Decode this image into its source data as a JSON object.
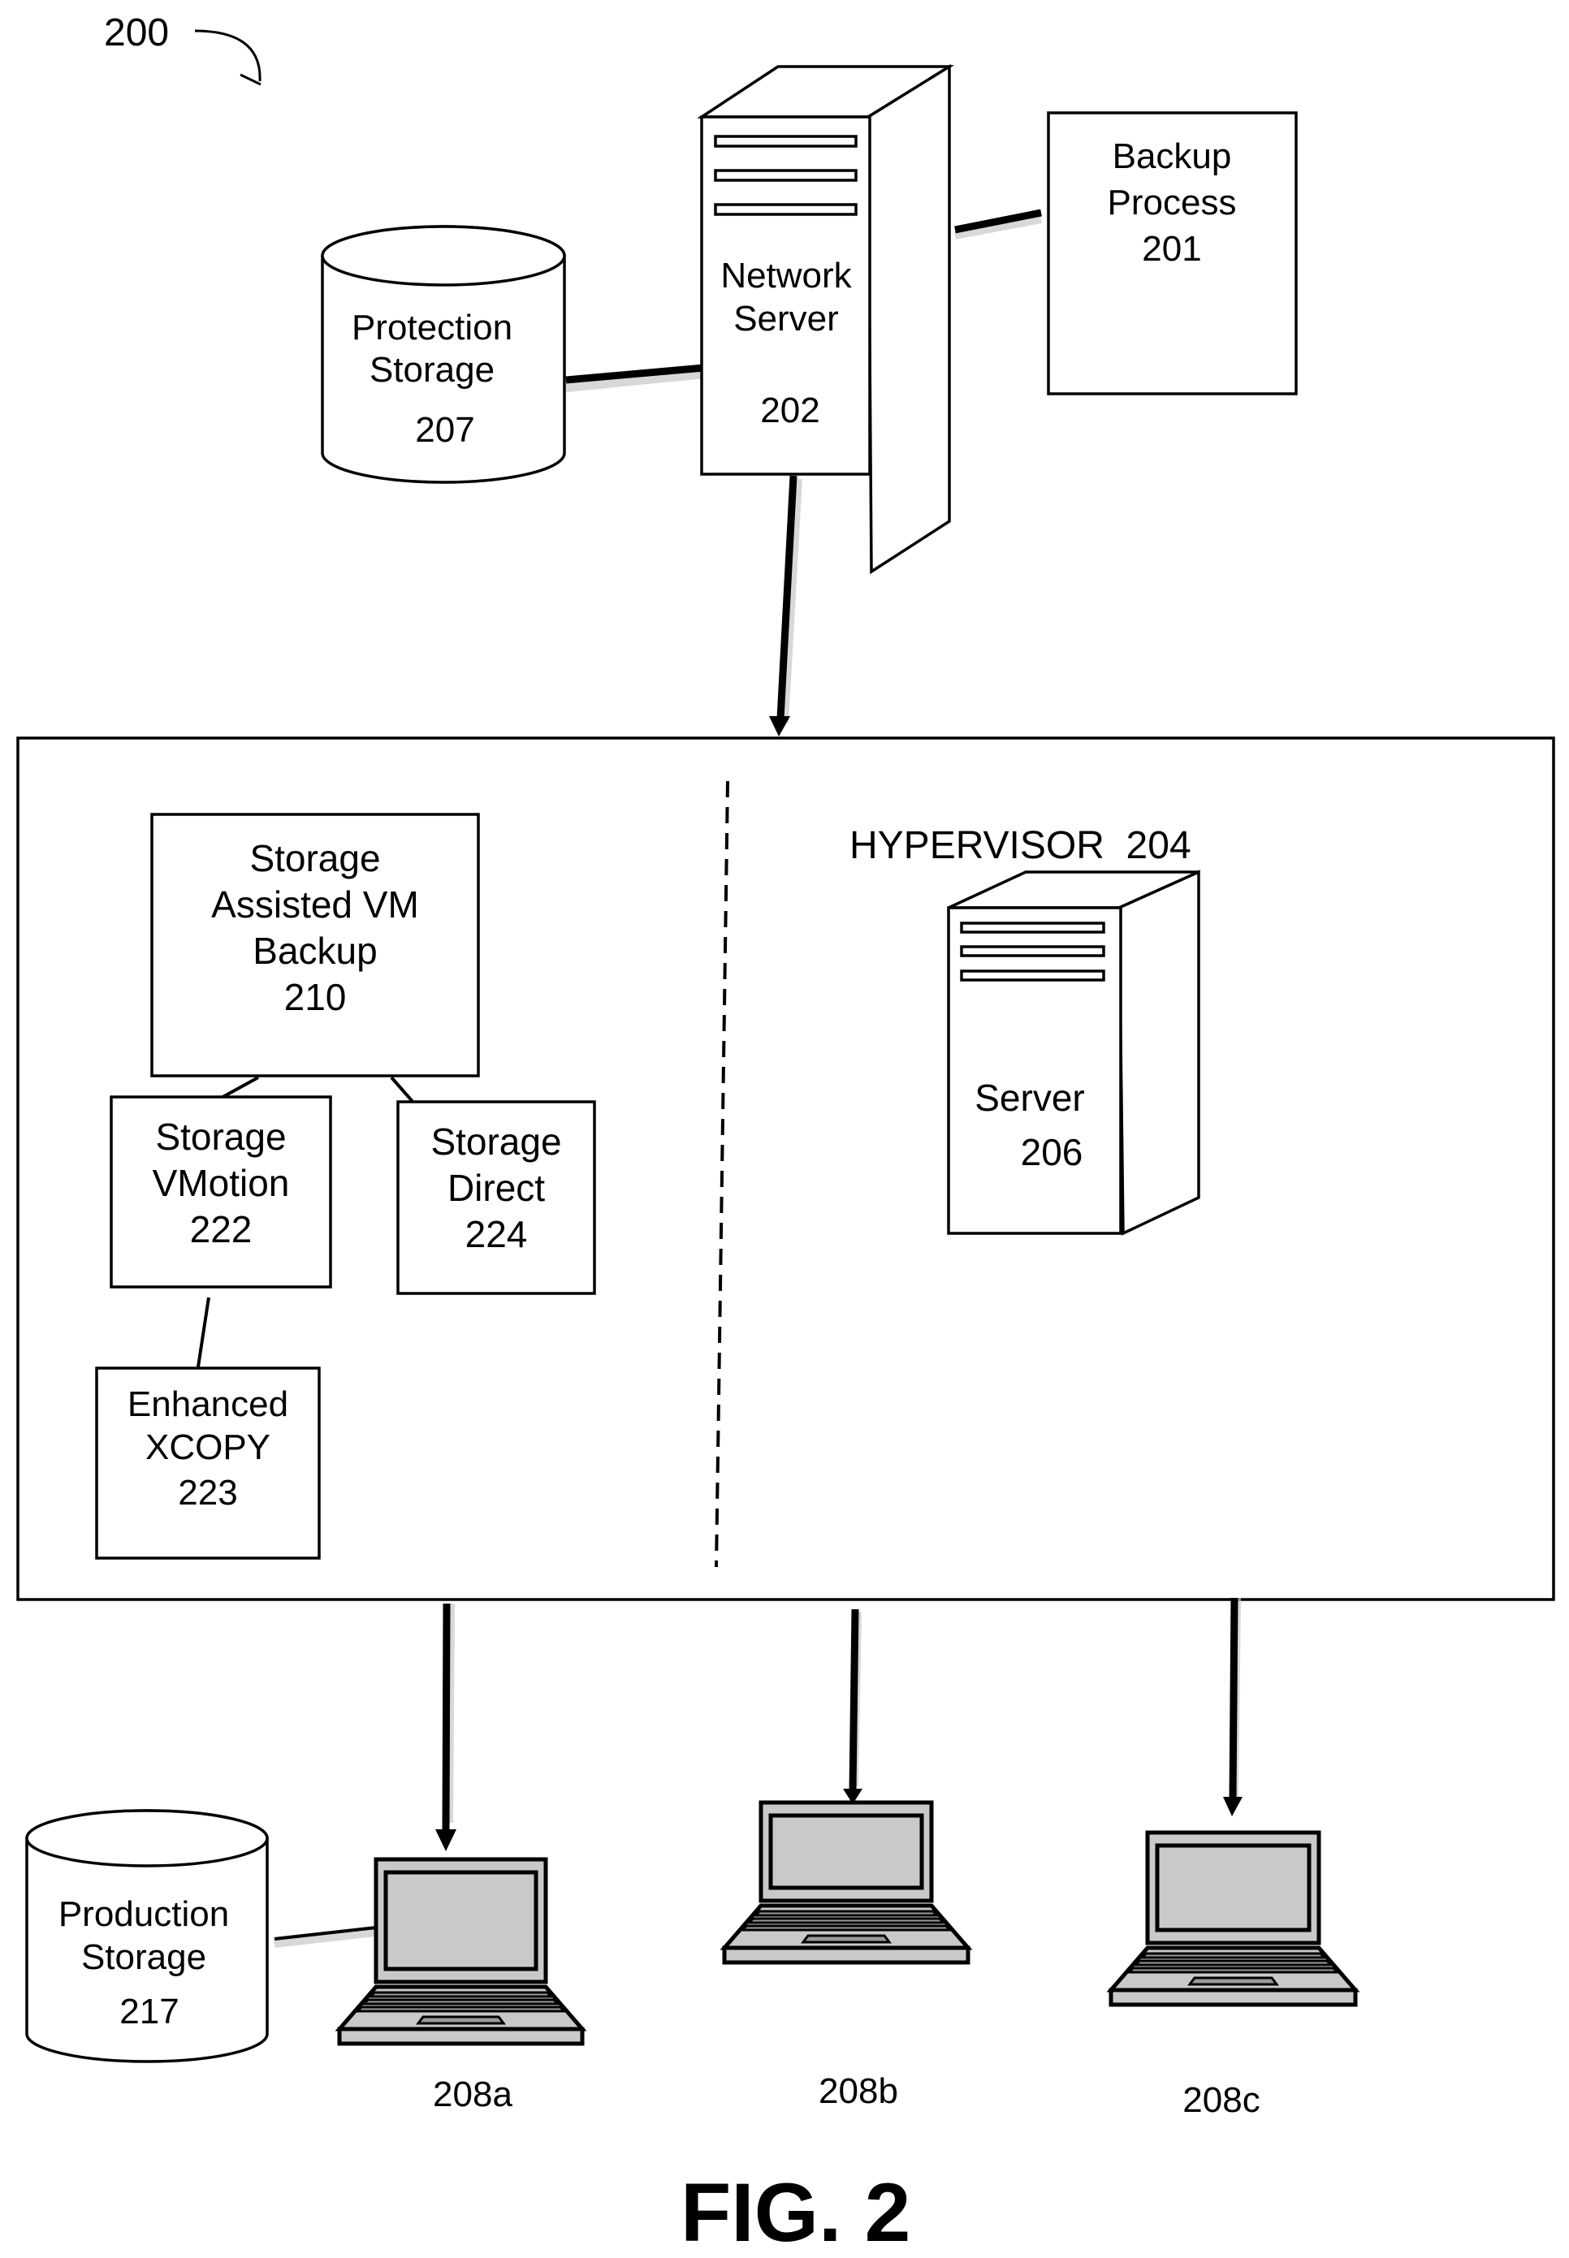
{
  "figure": {
    "reference_number": "200",
    "caption": "FIG. 2"
  },
  "network_server": {
    "label_line1": "Network",
    "label_line2": "Server",
    "ref": "202"
  },
  "backup_process": {
    "label_line1": "Backup",
    "label_line2": "Process",
    "ref": "201"
  },
  "protection_storage": {
    "label_line1": "Protection",
    "label_line2": "Storage",
    "ref": "207"
  },
  "hypervisor": {
    "label": "HYPERVISOR  204"
  },
  "sa_vm_backup": {
    "label_line1": "Storage",
    "label_line2": "Assisted VM",
    "label_line3": "Backup",
    "ref": "210"
  },
  "storage_vmotion": {
    "label_line1": "Storage",
    "label_line2": "VMotion",
    "ref": "222"
  },
  "storage_direct": {
    "label_line1": "Storage",
    "label_line2": "Direct",
    "ref": "224"
  },
  "enhanced_xcopy": {
    "label_line1": "Enhanced",
    "label_line2": "XCOPY",
    "ref": "223"
  },
  "server": {
    "label": "Server",
    "ref": "206"
  },
  "production_storage": {
    "label_line1": "Production",
    "label_line2": "Storage",
    "ref": "217"
  },
  "clients": [
    {
      "ref": "208a"
    },
    {
      "ref": "208b"
    },
    {
      "ref": "208c"
    }
  ],
  "colors": {
    "line": "#000000",
    "background": "#ffffff",
    "laptop_fill": "#c9c9c9"
  }
}
